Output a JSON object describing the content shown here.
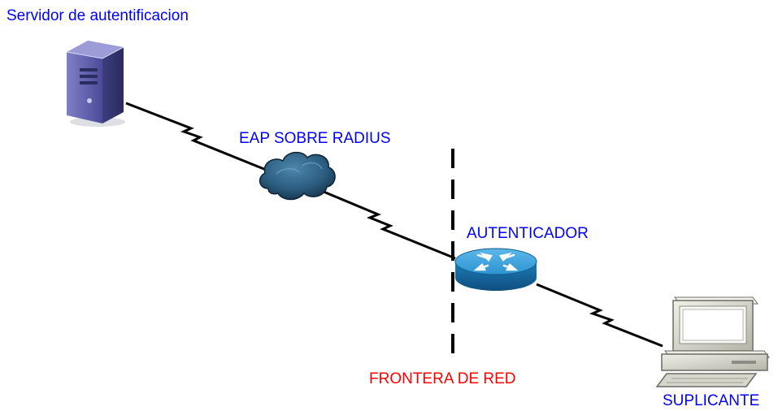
{
  "labels": {
    "server": "Servidor de autentificacion",
    "eap": "EAP SOBRE RADIUS",
    "authenticator": "AUTENTICADOR",
    "border": "FRONTERA DE RED",
    "supplicant": "SUPLICANTE"
  },
  "colors": {
    "label": "#0000ff",
    "border_label": "#ff0000",
    "link": "#000000",
    "boundary": "#000000",
    "router": "#1e88c8",
    "cloud": "#1f4a66",
    "server_body": "#5a5aa8",
    "computer_body": "#d8d8d0"
  },
  "icons": {
    "server": "server-icon",
    "cloud": "cloud-icon",
    "router": "router-icon",
    "computer": "computer-icon"
  }
}
